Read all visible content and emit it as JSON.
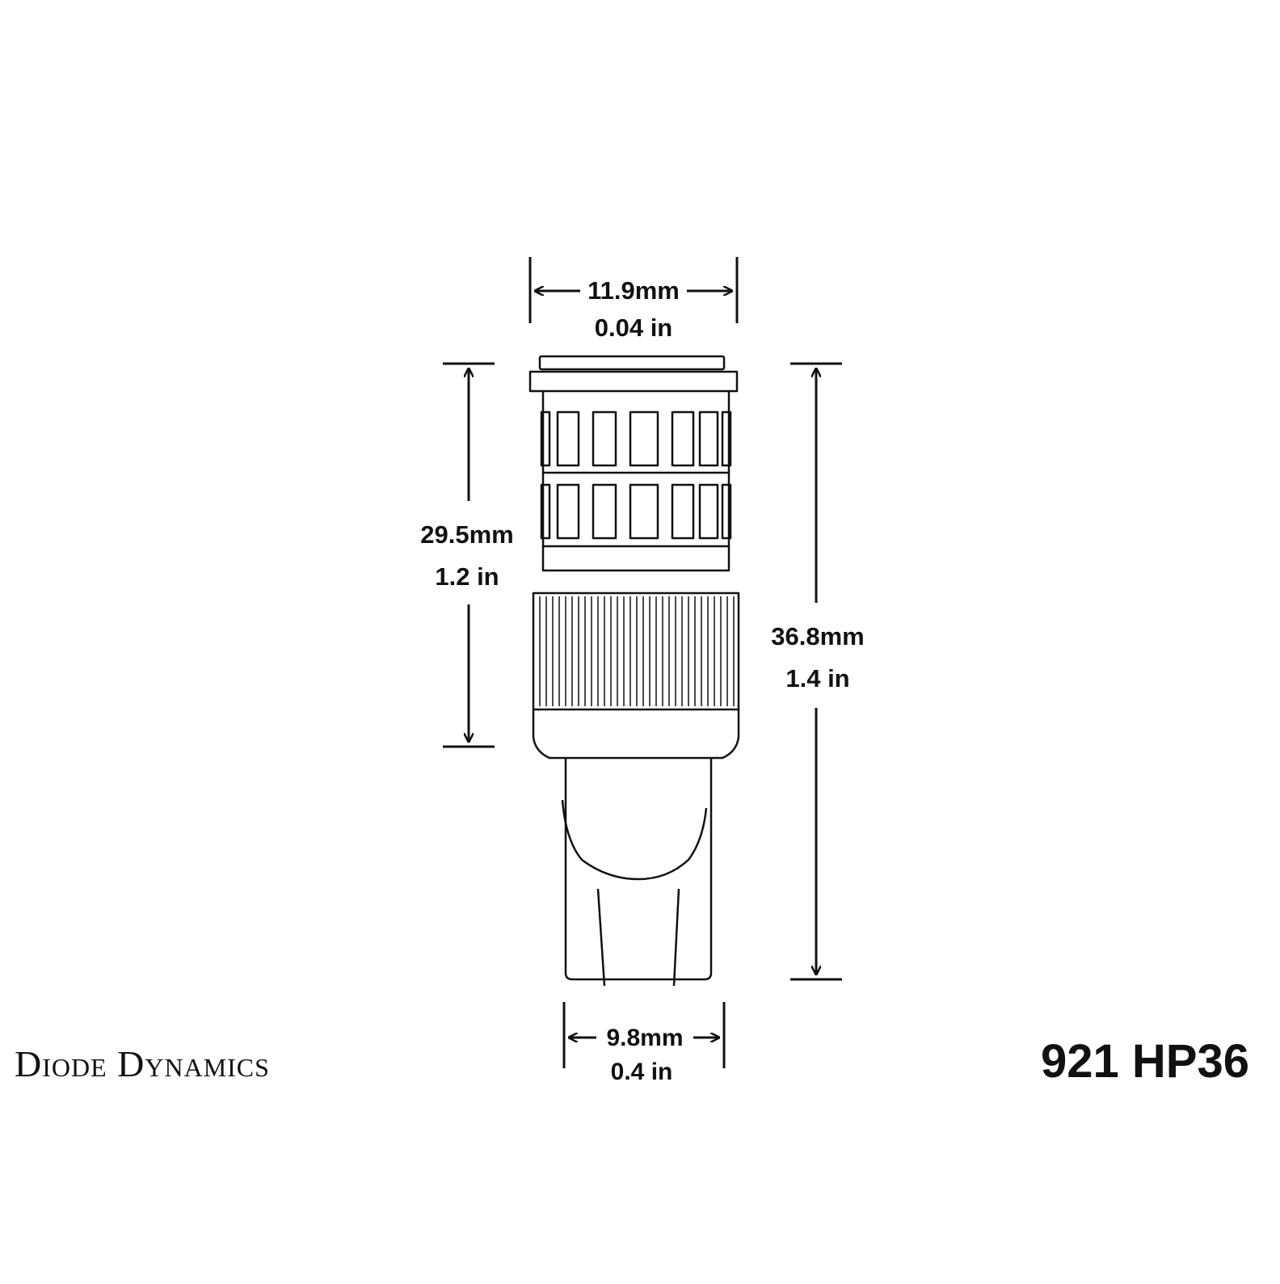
{
  "dimensions": {
    "top_width": {
      "mm": "11.9mm",
      "inch": "0.04 in"
    },
    "body_height": {
      "mm": "29.5mm",
      "inch": "1.2 in"
    },
    "overall_height": {
      "mm": "36.8mm",
      "inch": "1.4 in"
    },
    "base_width": {
      "mm": "9.8mm",
      "inch": "0.4 in"
    }
  },
  "brand": "Diode Dynamics",
  "model": "921 HP36",
  "colors": {
    "stroke": "#111111",
    "background": "#ffffff"
  }
}
